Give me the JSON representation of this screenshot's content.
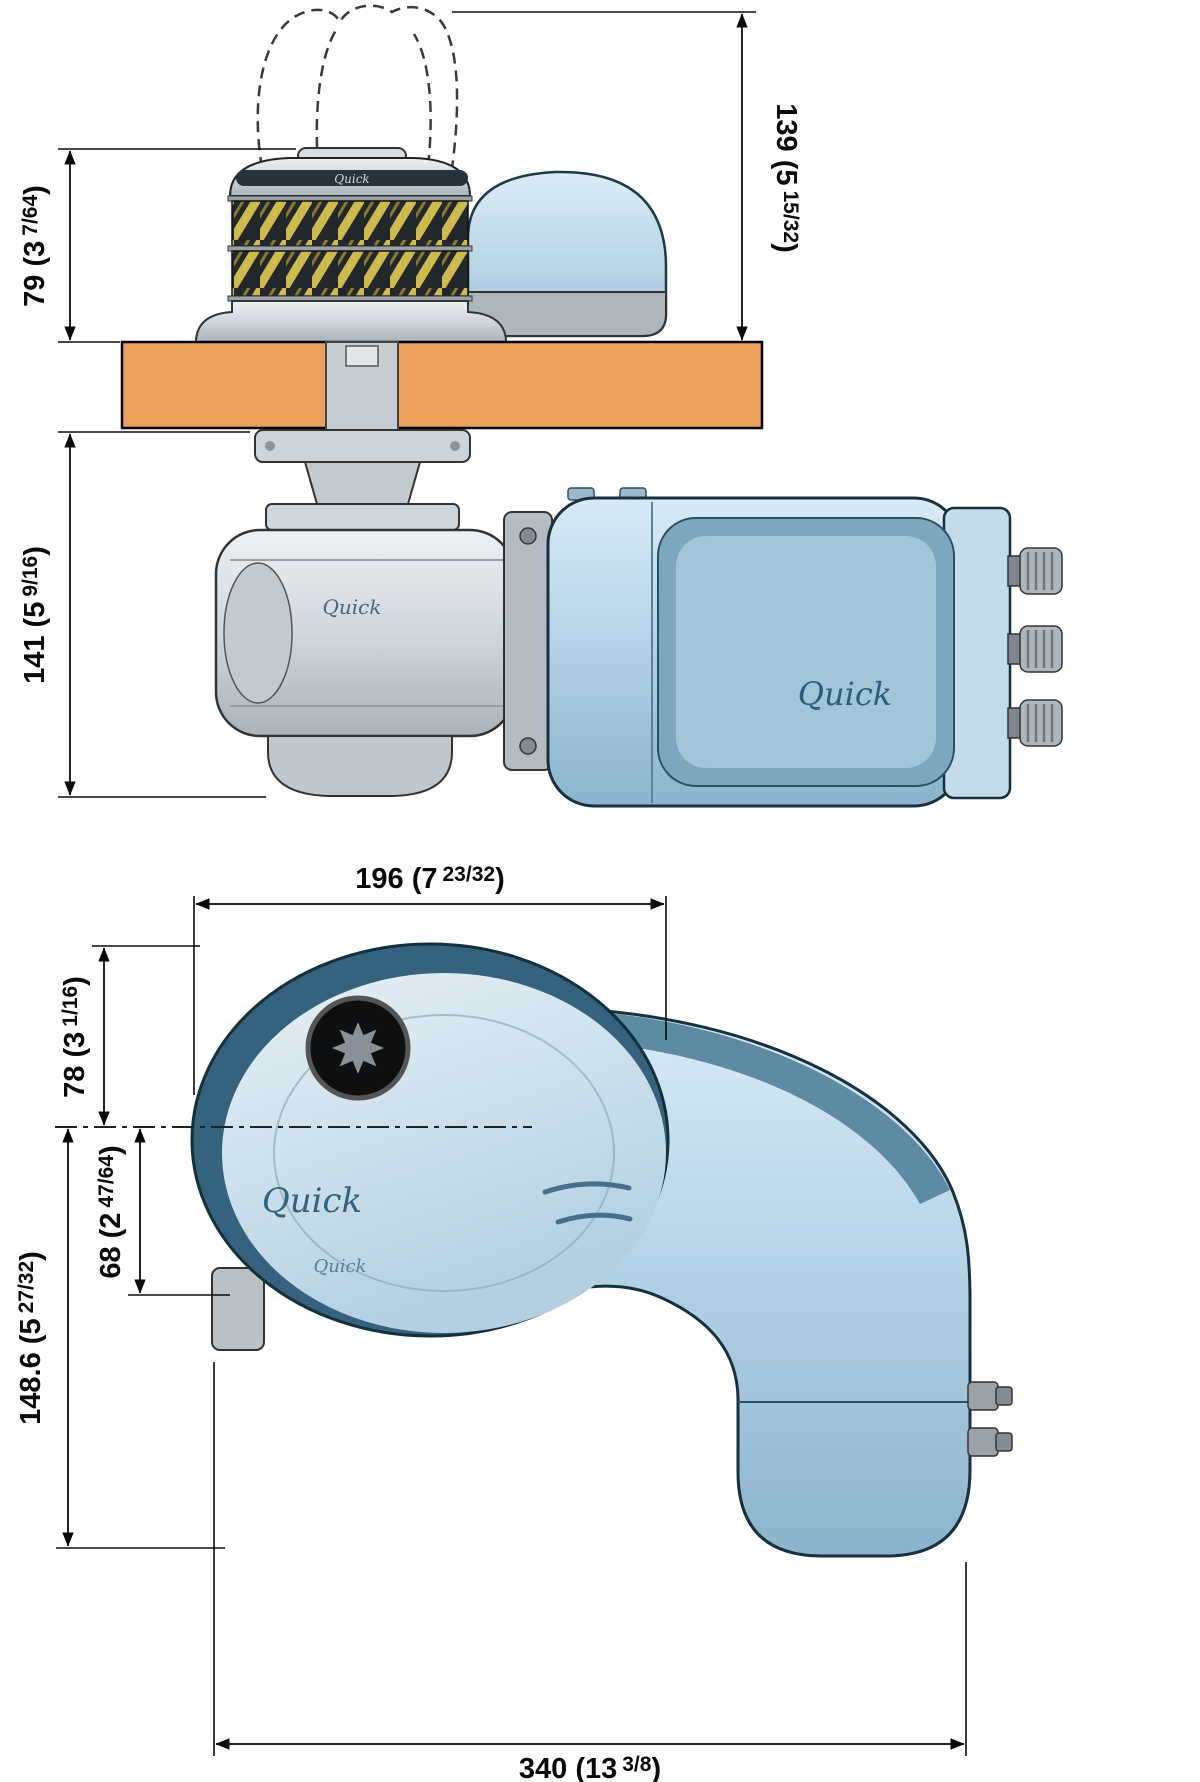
{
  "meta": {
    "description": "Anchor windlass dimensional technical drawing, side elevation and top plan views, dimensions in mm (inches)"
  },
  "brand": {
    "logo": "Quick"
  },
  "punct": {
    "close": ")"
  },
  "dims": {
    "height_above_deck": {
      "main": "139 (5",
      "frac": "15/32"
    },
    "gypsy_height": {
      "main": "79 (3",
      "frac": "7/64"
    },
    "below_deck_height": {
      "main": "141 (5",
      "frac": "9/16"
    },
    "body_width": {
      "main": "196 (7",
      "frac": "23/32"
    },
    "center_to_top": {
      "main": "78 (3",
      "frac": "1/16"
    },
    "center_to_bottom": {
      "main": "68 (2",
      "frac": "47/64"
    },
    "center_to_motor_end": {
      "main": "148.6 (5",
      "frac": "27/32"
    },
    "overall_length": {
      "main": "340 (13",
      "frac": "3/8"
    }
  },
  "colors": {
    "deck": "#e9a05c",
    "body_blue": "#b7d4e6",
    "dark_outline": "#16313f",
    "chain_yellow": "#cfba4e"
  }
}
